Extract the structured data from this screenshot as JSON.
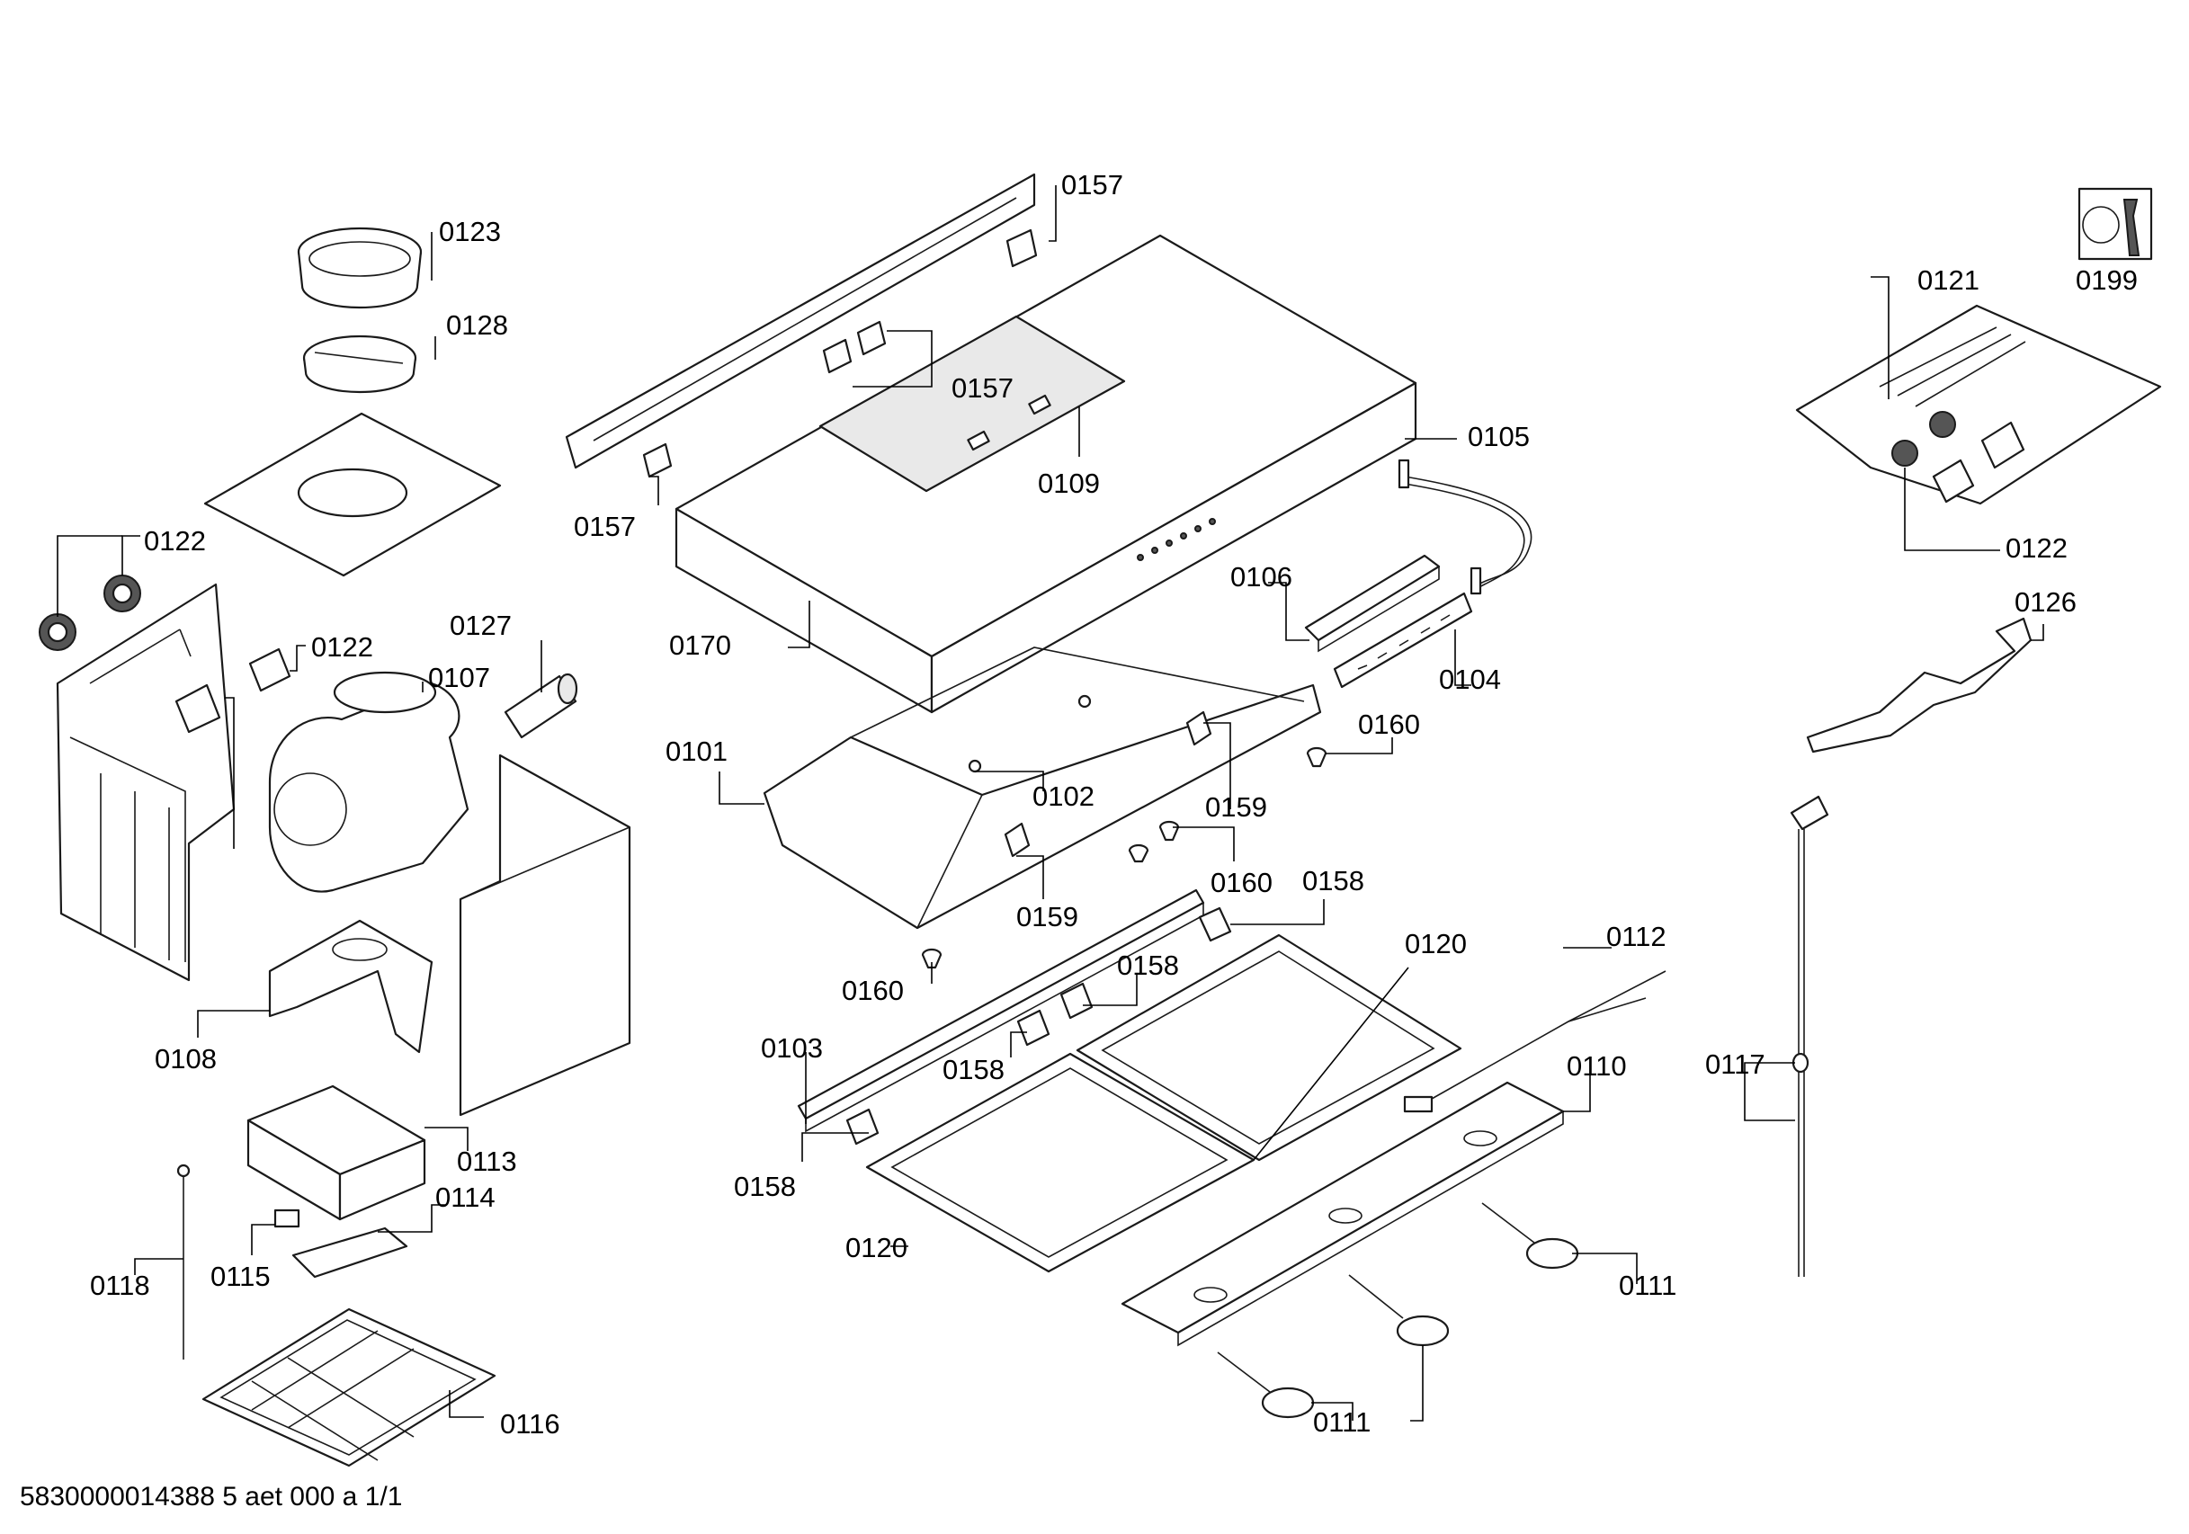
{
  "callouts": {
    "c0157a": "0157",
    "c0157b": "0157",
    "c0157c": "0157",
    "c0123": "0123",
    "c0128": "0128",
    "c0122a": "0122",
    "c0122b": "0122",
    "c0122c": "0122",
    "c0127": "0127",
    "c0107": "0107",
    "c0108": "0108",
    "c0113": "0113",
    "c0114": "0114",
    "c0115": "0115",
    "c0118": "0118",
    "c0116": "0116",
    "c0109": "0109",
    "c0170": "0170",
    "c0105": "0105",
    "c0106": "0106",
    "c0104": "0104",
    "c0101": "0101",
    "c0102": "0102",
    "c0159a": "0159",
    "c0159b": "0159",
    "c0160a": "0160",
    "c0160b": "0160",
    "c0160c": "0160",
    "c0158a": "0158",
    "c0158b": "0158",
    "c0158c": "0158",
    "c0158d": "0158",
    "c0103": "0103",
    "c0120a": "0120",
    "c0120b": "0120",
    "c0112": "0112",
    "c0110": "0110",
    "c0111a": "0111",
    "c0111b": "0111",
    "c0121": "0121",
    "c0199": "0199",
    "c0126": "0126",
    "c0117": "0117"
  },
  "footer": {
    "document_id": "5830000014388 5 aet 000 a 1/1"
  }
}
